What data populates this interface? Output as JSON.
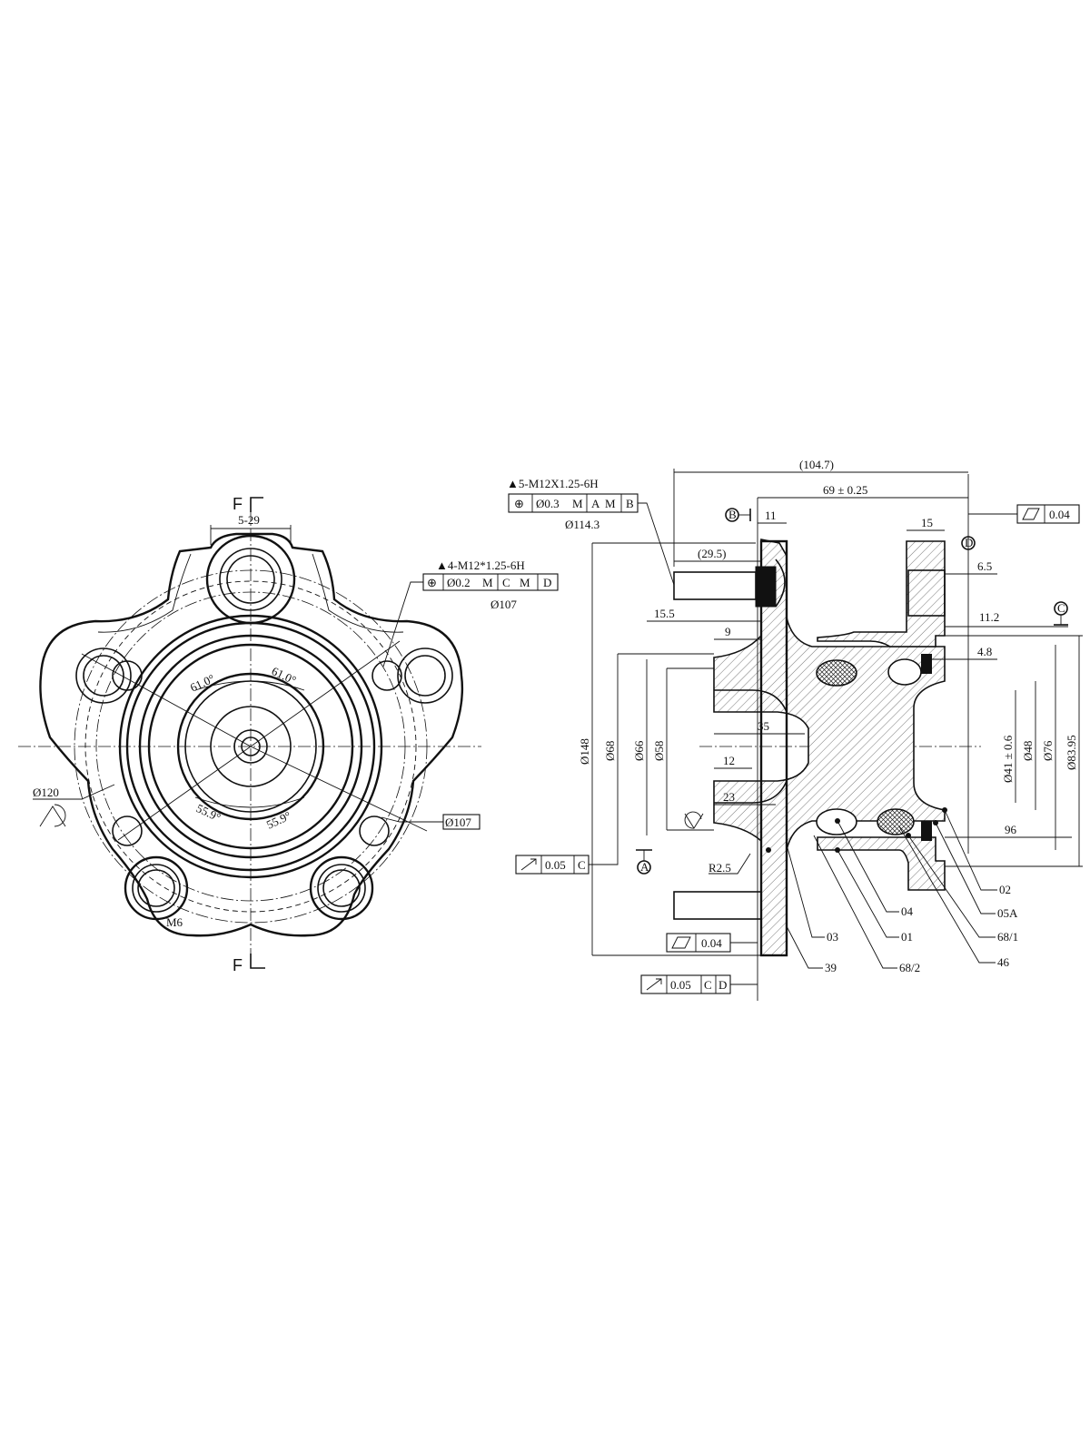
{
  "front_view": {
    "section_marker": "F",
    "stud_hole_spec": "5-29",
    "bolt_hole_spec": "▲4-M12*1.25-6H",
    "bolt_hole_tolerance": {
      "symbol": "⊕",
      "value": "Ø0.2",
      "mod": "M",
      "datum1": "C",
      "datum1_mod": "M",
      "datum2": "D"
    },
    "bolt_circle": "Ø107",
    "bolt_circle_2": "Ø107",
    "outer_diameter": "Ø120",
    "angle_1": "61.0°",
    "angle_2": "61.0°",
    "angle_3": "55.9°",
    "angle_4": "55.9°",
    "screw_label": "M6"
  },
  "side_view": {
    "stud_spec": "▲5-M12X1.25-6H",
    "stud_tolerance": {
      "symbol": "⊕",
      "value": "Ø0.3",
      "mod": "M",
      "datum1": "A",
      "datum1_mod": "M",
      "datum2": "B"
    },
    "stud_pcd": "Ø114.3",
    "overall_length": "(104.7)",
    "length_69": "69 ± 0.25",
    "dim_11": "11",
    "dim_15": "15",
    "dim_29_5": "(29.5)",
    "dim_6_5": "6.5",
    "dim_15_5": "15.5",
    "dim_11_2": "11.2",
    "dim_9": "9",
    "dim_4_8": "4.8",
    "dim_35": "35",
    "dim_12": "12",
    "dim_23": "23",
    "dim_96": "96",
    "dia_148": "Ø148",
    "dia_68": "Ø68",
    "dia_66": "Ø66",
    "dia_58": "Ø58",
    "dia_41": "Ø41 ± 0.6",
    "dia_48": "Ø48",
    "dia_76": "Ø76",
    "dia_83_95": "Ø83.95",
    "fillet": "R2.5",
    "datum_a": "A",
    "datum_b": "B",
    "datum_c": "C",
    "datum_d": "D",
    "flatness_top": {
      "value": "0.04"
    },
    "flatness_bottom": {
      "value": "0.04"
    },
    "runout_left": {
      "value": "0.05",
      "datum": "C"
    },
    "runout_bottom": {
      "value": "0.05",
      "datum1": "C",
      "datum2": "D"
    },
    "part_labels": [
      "02",
      "05A",
      "68/1",
      "46",
      "04",
      "01",
      "68/2",
      "03",
      "39"
    ]
  }
}
